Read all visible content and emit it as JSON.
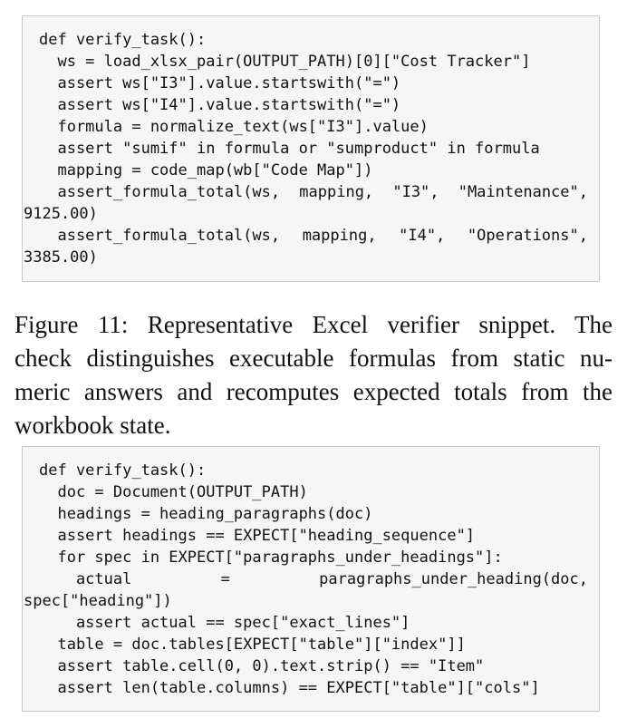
{
  "code_block_1": {
    "lines": [
      "def verify_task():",
      "  ws = load_xlsx_pair(OUTPUT_PATH)[0][\"Cost Tracker\"]",
      "  assert ws[\"I3\"].value.startswith(\"=\")",
      "  assert ws[\"I4\"].value.startswith(\"=\")",
      "  formula = normalize_text(ws[\"I3\"].value)",
      "  assert \"sumif\" in formula or \"sumproduct\" in formula",
      "  mapping = code_map(wb[\"Code Map\"])"
    ],
    "line8_tokens": [
      "  assert_formula_total(ws,",
      "mapping,",
      "\"I3\",",
      "\"Maintenance\","
    ],
    "line9": "9125.00)",
    "line10_tokens": [
      "  assert_formula_total(ws,",
      "mapping,",
      "\"I4\",",
      "\"Operations\","
    ],
    "line11": "3385.00)"
  },
  "caption": {
    "lines": [
      "Figure 11: Representative Excel verifier snippet. The",
      "check distinguishes executable formulas from static nu-",
      "meric answers and recomputes expected totals from the",
      "workbook state."
    ]
  },
  "code_block_2": {
    "lines_a": [
      "def verify_task():",
      "  doc = Document(OUTPUT_PATH)",
      "  headings = heading_paragraphs(doc)",
      "  assert headings == EXPECT[\"heading_sequence\"]",
      "  for spec in EXPECT[\"paragraphs_under_headings\"]:"
    ],
    "line6_tokens": [
      "    actual",
      "=",
      "paragraphs_under_heading(doc,"
    ],
    "line7": "spec[\"heading\"])",
    "lines_b": [
      "    assert actual == spec[\"exact_lines\"]",
      "  table = doc.tables[EXPECT[\"table\"][\"index\"]]",
      "  assert table.cell(0, 0).text.strip() == \"Item\"",
      "  assert len(table.columns) == EXPECT[\"table\"][\"cols\"]"
    ]
  }
}
